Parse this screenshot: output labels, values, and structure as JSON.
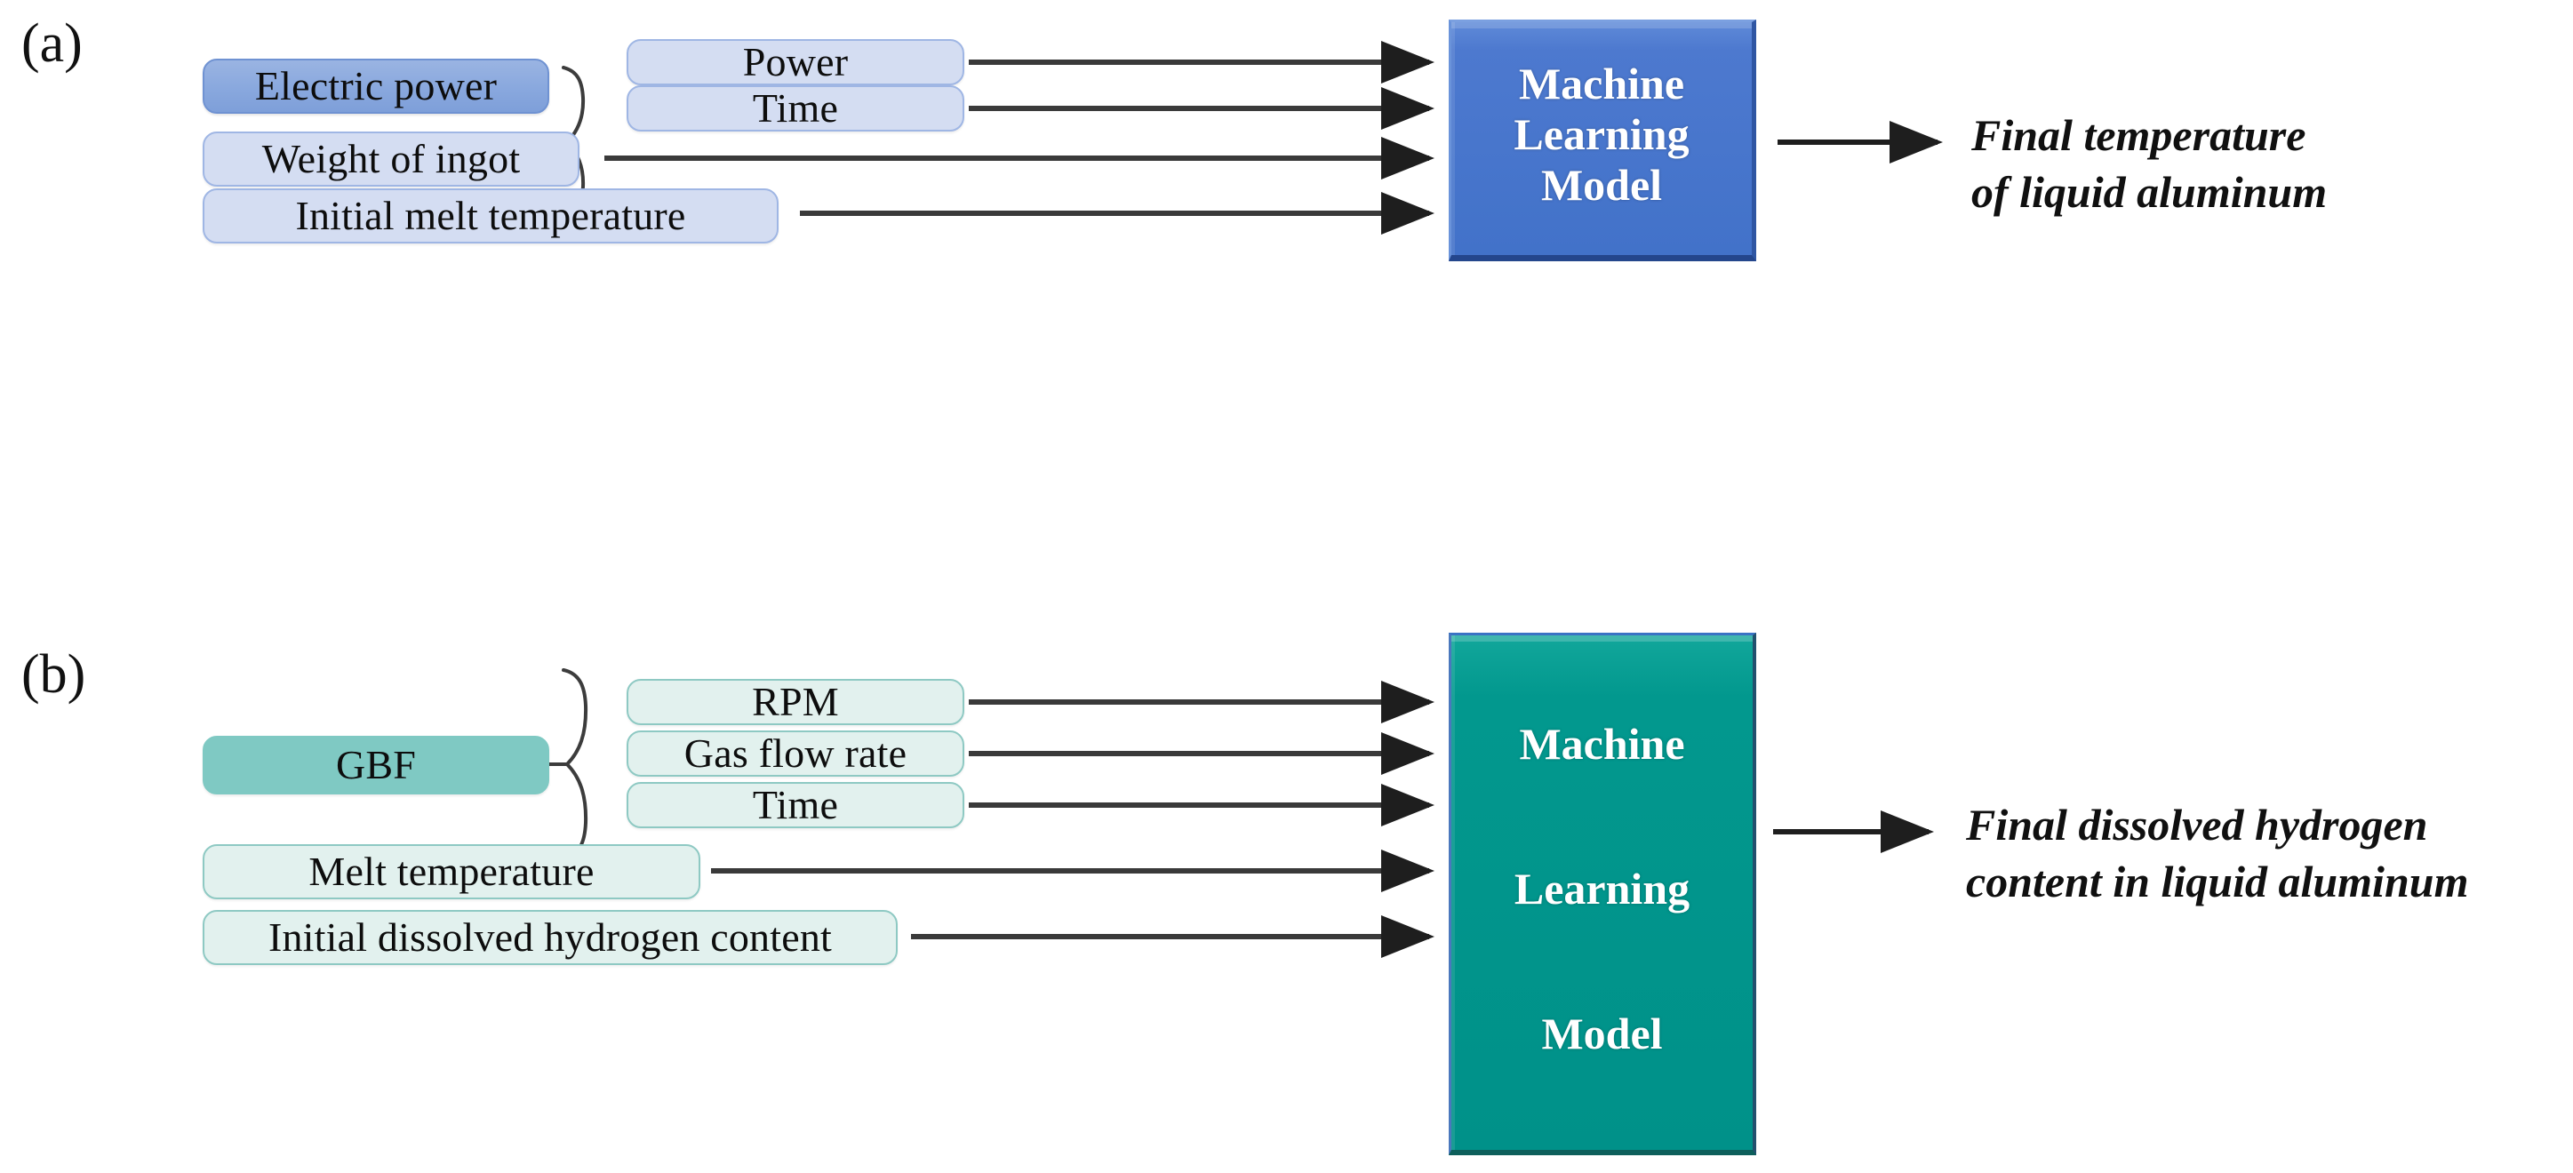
{
  "figure": {
    "type": "diagram",
    "description": "Two-panel machine learning model input/output block diagram"
  },
  "panels": [
    {
      "id": "a",
      "label": "(a)",
      "accent_color": "#4272c9",
      "group": {
        "label": "Electric power",
        "children": [
          "Power",
          "Time"
        ]
      },
      "inputs": [
        "Weight of ingot",
        "Initial melt temperature"
      ],
      "model": {
        "lines": [
          "Machine",
          "Learning",
          "Model"
        ]
      },
      "output": "Final temperature\nof liquid aluminum"
    },
    {
      "id": "b",
      "label": "(b)",
      "accent_color": "#009189",
      "group": {
        "label": "GBF",
        "children": [
          "RPM",
          "Gas flow rate",
          "Time"
        ]
      },
      "inputs": [
        "Melt temperature",
        "Initial dissolved hydrogen content"
      ],
      "model": {
        "lines": [
          "Machine",
          "Learning",
          "Model"
        ]
      },
      "output": "Final dissolved hydrogen\ncontent in liquid aluminum"
    }
  ],
  "colors": {
    "panel_a_group_fill": "#89a8de",
    "panel_a_chip_fill": "#d4ddf2",
    "panel_a_chip_border": "#9fb6e4",
    "panel_a_model_fill": "#4272c9",
    "panel_b_group_fill": "#7fc9c3",
    "panel_b_chip_fill": "#e2f1ee",
    "panel_b_chip_border": "#8ec9c3",
    "panel_b_model_fill": "#009189",
    "arrow": "#3a3a3a",
    "background": "#ffffff"
  }
}
